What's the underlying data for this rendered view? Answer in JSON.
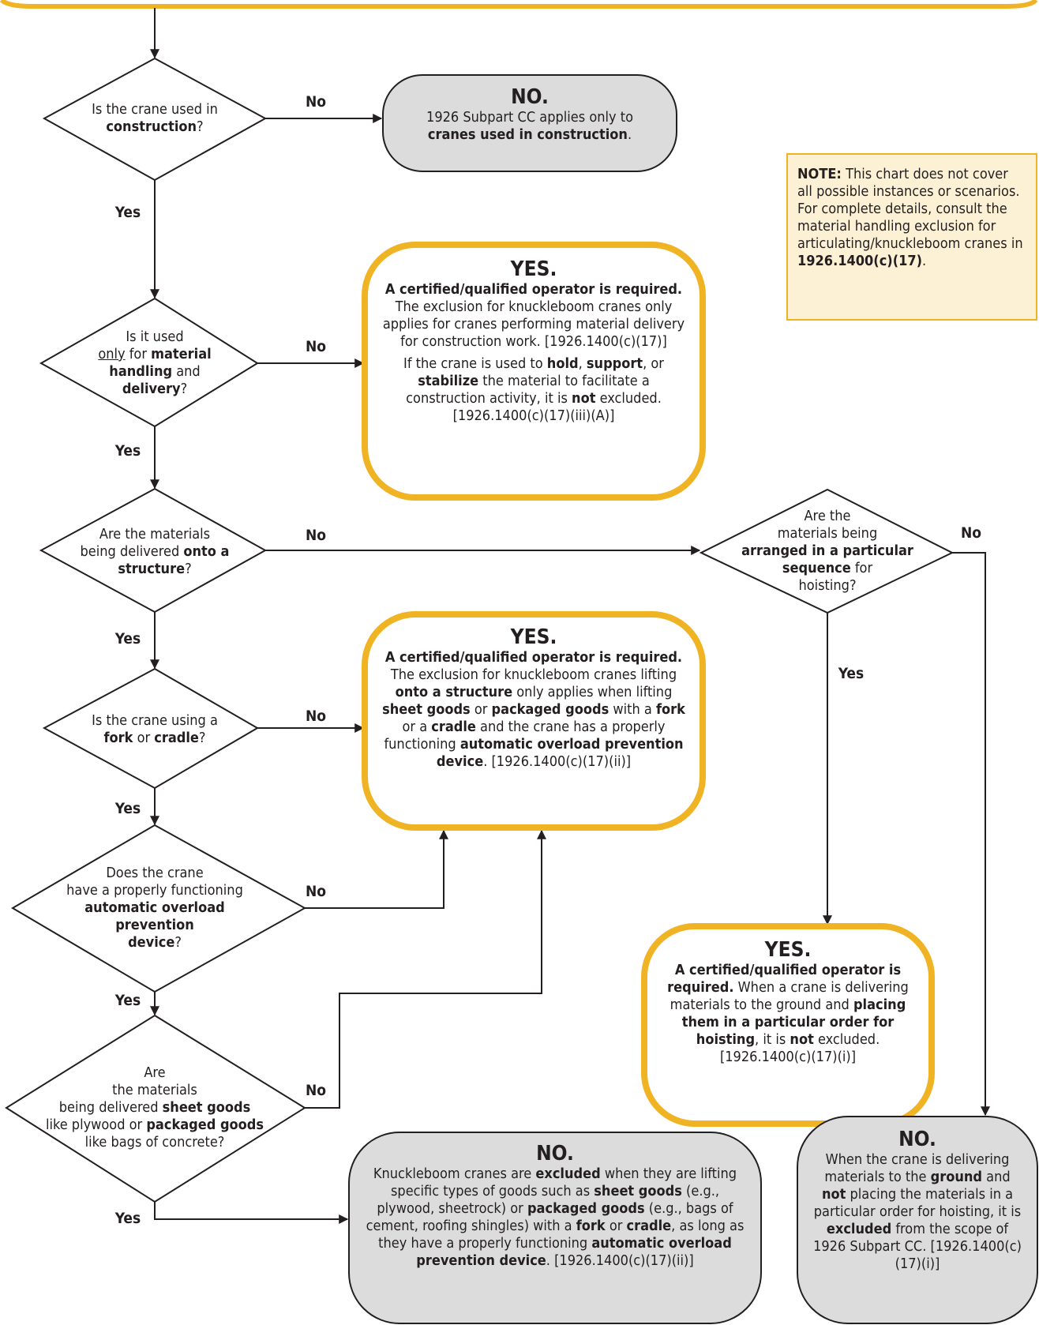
{
  "colors": {
    "gold": "#f0b323",
    "gold_fill": "#ffffff",
    "gray_fill": "#dcdcdc",
    "note_fill": "#fdf1d5",
    "line": "#231f20"
  },
  "edge_labels": {
    "yes": "Yes",
    "no": "No"
  },
  "questions": {
    "q1": {
      "a": "Is the crane used in",
      "b": "construction",
      "c": "?"
    },
    "q2": {
      "l1": "Is it used",
      "l2a": "only",
      "l2b": " for ",
      "l2c": "material",
      "l3": "handling",
      "l3b": " and",
      "l4": "delivery",
      "l4b": "?"
    },
    "q3": {
      "l1": "Are the materials",
      "l2a": "being delivered ",
      "l2b": "onto a",
      "l3": "structure",
      "l3b": "?"
    },
    "q4": {
      "l1": "Is the crane using a",
      "l2a": "fork",
      "l2b": " or ",
      "l2c": "cradle",
      "l2d": "?"
    },
    "q5": {
      "l1": "Does the crane",
      "l2": "have a properly functioning",
      "l3": "automatic overload",
      "l4": "prevention",
      "l5": "device",
      "l5b": "?"
    },
    "q6": {
      "l1": "Are",
      "l2": "the materials",
      "l3a": "being delivered ",
      "l3b": "sheet goods",
      "l4a": "like plywood or ",
      "l4b": "packaged goods",
      "l5": "like bags of concrete?"
    },
    "q7": {
      "l1": "Are the",
      "l2": "materials being",
      "l3": "arranged in a particular",
      "l4": "sequence",
      "l4b": " for",
      "l5": "hoisting?"
    }
  },
  "results": {
    "no_construction": {
      "title": "NO.",
      "l1": "1926 Subpart CC applies only to",
      "l2": "cranes used in construction",
      "l2b": "."
    },
    "yes_material_delivery": {
      "title": "YES.",
      "p1a": "A certified/qualified operator is required.",
      "p1b": " The exclusion for knuckleboom cranes only applies for cranes performing material delivery for construction work. [1926.1400(c)(17)]",
      "p2a": "If the crane is used to ",
      "p2b": "hold",
      "p2c": ", ",
      "p2d": "support",
      "p2e": ", or ",
      "p2f": "stabilize",
      "p2g": " the material to facilitate a construction activity, it is ",
      "p2h": "not",
      "p2i": " excluded. [1926.1400(c)(17)(iii)(A)]"
    },
    "yes_structure": {
      "title": "YES.",
      "a": "A certified/qualified operator is required.",
      "b": " The exclusion for knuckleboom cranes lifting ",
      "c": "onto a structure",
      "d": " only applies when lifting ",
      "e": "sheet goods",
      "f": " or ",
      "g": "packaged goods",
      "h": " with a ",
      "i": "fork",
      "j": " or a ",
      "k": "cradle",
      "l": " and the crane has a properly functioning ",
      "m": "automatic overload prevention device",
      "n": ". [1926.1400(c)(17)(ii)]"
    },
    "yes_sequence": {
      "title": "YES.",
      "a": "A certified/qualified operator is required.",
      "b": " When a crane is delivering materials to the ground and ",
      "c": "placing them in a particular order for hoisting",
      "d": ", it is ",
      "e": "not",
      "f": " excluded. [1926.1400(c)(17)(i)]"
    },
    "no_excluded_goods": {
      "title": "NO.",
      "a": "Knuckleboom cranes are ",
      "b": "excluded",
      "c": " when they are lifting specific types of goods such as ",
      "d": "sheet goods",
      "e": " (e.g., plywood, sheetrock) or ",
      "f": "packaged goods",
      "g": " (e.g., bags of cement, roofing shingles) with a ",
      "h": "fork",
      "i": " or ",
      "j": "cradle",
      "k": ", as long as they have a properly functioning ",
      "l": "automatic overload prevention device",
      "m": ". [1926.1400(c)(17)(ii)]"
    },
    "no_ground": {
      "title": "NO.",
      "a": "When the crane is delivering materials to the ",
      "b": "ground",
      "c": " and ",
      "d": "not",
      "e": " placing the materials in a particular order for hoisting, it is ",
      "f": "excluded",
      "g": " from the scope of 1926 Subpart CC. [1926.1400(c)(17)(i)]"
    }
  },
  "note": {
    "a": "NOTE:",
    "b": " This chart does not cover all possible instances or scenarios. For complete details, consult the material handling exclusion for articulating/knuckleboom cranes in ",
    "c": "1926.1400(c)(17)",
    "d": "."
  }
}
